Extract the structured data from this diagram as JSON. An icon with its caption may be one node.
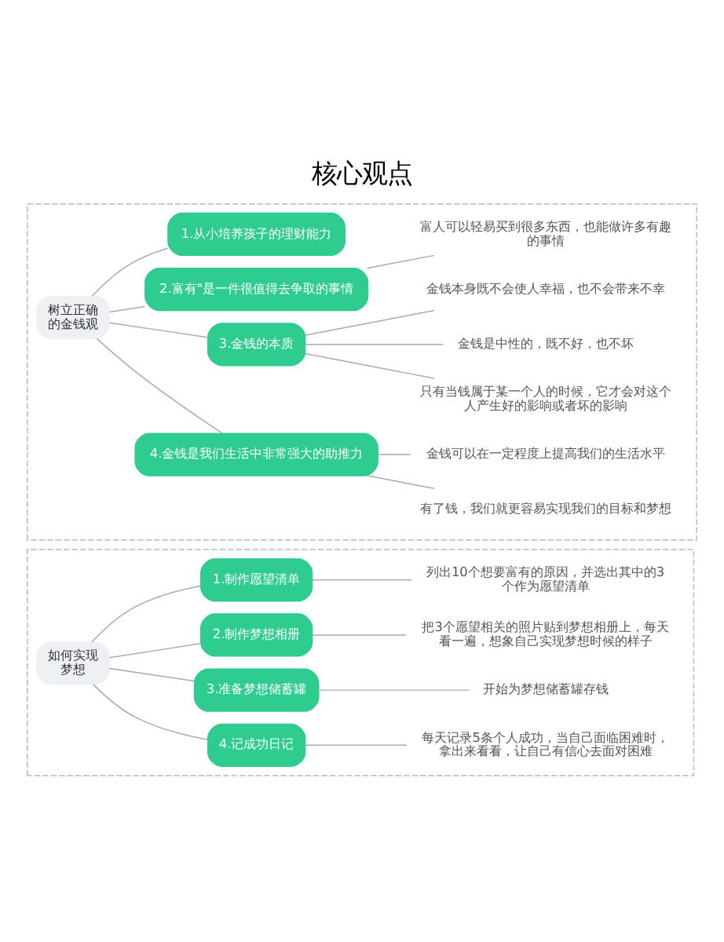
{
  "diagram": {
    "title": "核心观点",
    "nodes": [
      {
        "text": [],
        "shape": "box"
      },
      {
        "text": [
          "树立正确的金钱观"
        ],
        "in": 0
      },
      {
        "text": [
          "1.从小培养孩子的理财能力"
        ],
        "in": 0
      },
      {
        "text": [
          "2.富有\"是一件很值得去争取的事情"
        ],
        "in": 0
      },
      {
        "text": [
          "富人可以轻易买到很多东西，也能做许多有趣的事情"
        ],
        "in": 0
      },
      {
        "text": [
          "3.金钱的本质"
        ],
        "in": 0
      },
      {
        "text": [
          "金钱本身既不会使人幸福，也不会带来不幸"
        ],
        "in": 0
      },
      {
        "text": [
          "金钱是中性的，既不好，也不坏"
        ],
        "in": 0
      },
      {
        "text": [
          "只有当钱属于某一个人的时候，它才会对这个人产生好的影响或者坏的影响"
        ],
        "in": 0
      },
      {
        "text": [
          "4.金钱是我们生活中非常强大的助推力"
        ],
        "in": 0
      },
      {
        "text": [
          "金钱可以在一定程度上提高我们的生活水平"
        ],
        "in": 0
      },
      {
        "text": [
          "有了钱，我们就更容易实现我们的目标和梦想"
        ],
        "in": 0
      },
      {
        "text": [],
        "shape": "box"
      },
      {
        "text": [
          "如何实现梦想"
        ],
        "in": 12
      },
      {
        "text": [
          "1.制作愿望清单"
        ],
        "in": 12
      },
      {
        "text": [
          "列出10个想要富有的原因，并选出其中的3个作为愿望清单"
        ],
        "in": 12
      },
      {
        "text": [
          "2.制作梦想相册"
        ],
        "in": 12
      },
      {
        "text": [
          "把3个愿望相关的照片贴到梦想相册上，每天看一遍，想象自己实现梦想时候的样子"
        ],
        "in": 12
      },
      {
        "text": [
          "3.准备梦想储蓄罐"
        ],
        "in": 12
      },
      {
        "text": [
          "开始为梦想储蓄罐存钱"
        ],
        "in": 12
      },
      {
        "text": [
          "4.记成功日记"
        ],
        "in": 12
      },
      {
        "text": [
          "每天记录5条个人成功，当自己面临困难时，拿出来看看，让自己有信心去面对困难"
        ],
        "in": 12
      }
    ],
    "edges": [
      {
        "from": 1,
        "to": 2,
        "arrow": "none"
      },
      {
        "from": 1,
        "to": 3,
        "arrow": "none"
      },
      {
        "from": 3,
        "to": 4,
        "arrow": "none"
      },
      {
        "from": 1,
        "to": 5,
        "arrow": "none"
      },
      {
        "from": 5,
        "to": 6,
        "arrow": "none"
      },
      {
        "from": 5,
        "to": 7,
        "arrow": "none"
      },
      {
        "from": 5,
        "to": 8,
        "arrow": "none"
      },
      {
        "from": 1,
        "to": 9,
        "arrow": "none"
      },
      {
        "from": 9,
        "to": 10,
        "arrow": "none"
      },
      {
        "from": 9,
        "to": 11,
        "arrow": "none"
      },
      {
        "from": 13,
        "to": 14,
        "arrow": "none"
      },
      {
        "from": 14,
        "to": 15,
        "arrow": "none"
      },
      {
        "from": 13,
        "to": 16,
        "arrow": "none"
      },
      {
        "from": 16,
        "to": 17,
        "arrow": "none"
      },
      {
        "from": 13,
        "to": 18,
        "arrow": "none"
      },
      {
        "from": 18,
        "to": 19,
        "arrow": "none"
      },
      {
        "from": 13,
        "to": 20,
        "arrow": "none"
      },
      {
        "from": 20,
        "to": 21,
        "arrow": "none"
      }
    ]
  }
}
